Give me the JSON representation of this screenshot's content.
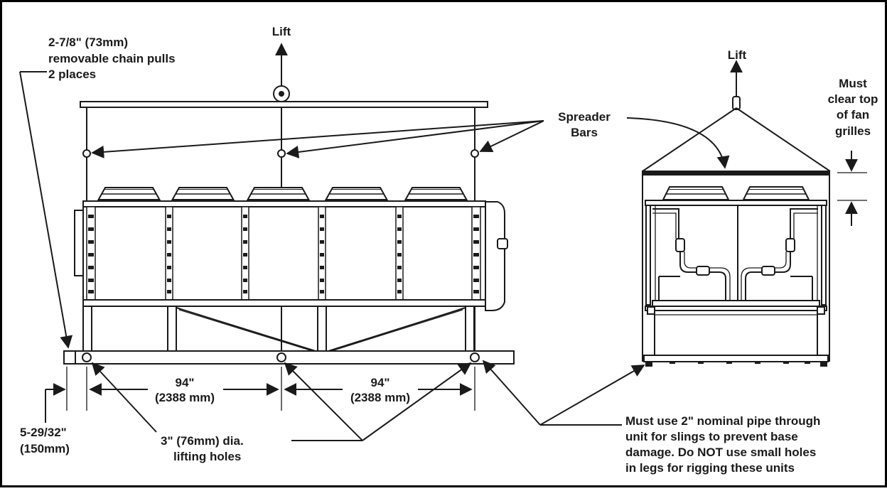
{
  "labels": {
    "lift_main": "Lift",
    "lift_side": "Lift",
    "chain_pulls": [
      "2-7/8\" (73mm)",
      "removable chain pulls",
      "2 places"
    ],
    "spreader_bars": [
      "Spreader",
      "Bars"
    ],
    "must_clear": [
      "Must",
      "clear top",
      "of fan",
      "grilles"
    ],
    "dim_left_in": "94\"",
    "dim_left_mm": "(2388 mm)",
    "dim_right_in": "94\"",
    "dim_right_mm": "(2388 mm)",
    "offset": [
      "5-29/32\"",
      "(150mm)"
    ],
    "lifting_holes": [
      "3\" (76mm) dia.",
      "lifting holes"
    ],
    "pipe_note": [
      "Must use 2\" nominal pipe through",
      "unit for slings to prevent base",
      "damage. Do NOT use small holes",
      "in legs for rigging these units"
    ]
  },
  "colors": {
    "ink": "#1a1a1a",
    "background": "#ffffff",
    "frame": "#000000"
  }
}
